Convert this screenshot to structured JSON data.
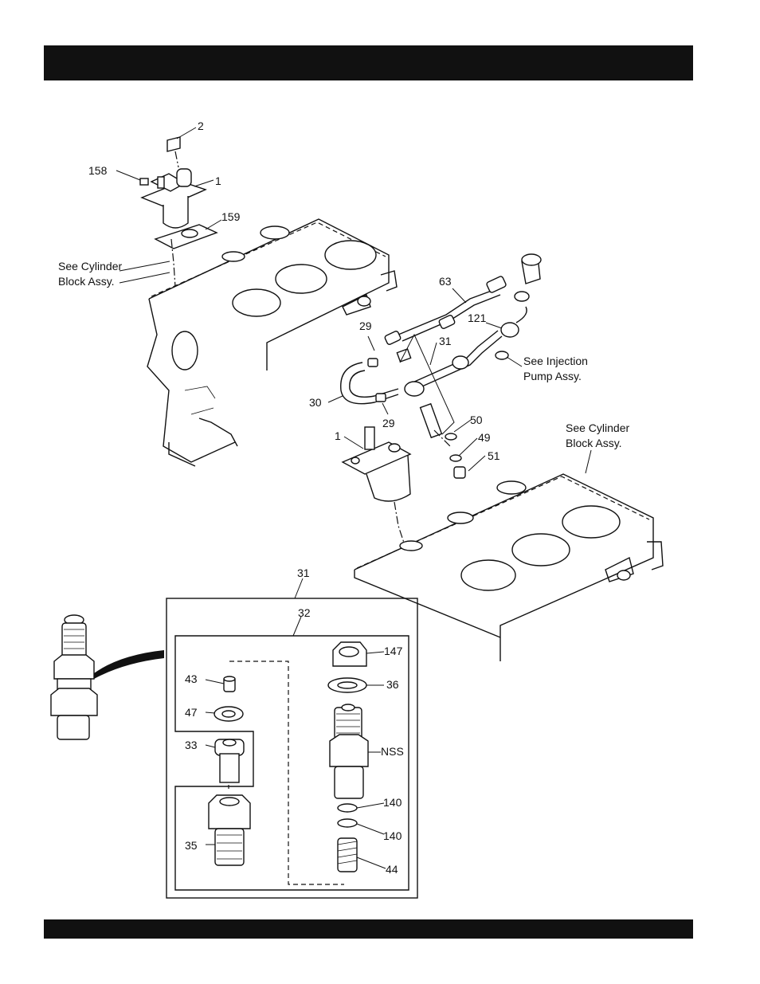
{
  "header_bar": {
    "text": ""
  },
  "footer_bar": {
    "text": ""
  },
  "callouts": {
    "c2": "2",
    "c158": "158",
    "c1_top": "1",
    "c159": "159",
    "c63": "63",
    "c29_top": "29",
    "c121": "121",
    "c31_mid": "31",
    "c30": "30",
    "c29_low": "29",
    "c50": "50",
    "c1_mid": "1",
    "c49": "49",
    "c51": "51",
    "c31_box": "31",
    "c32": "32",
    "c147": "147",
    "c43": "43",
    "c36": "36",
    "c47": "47",
    "c33": "33",
    "cNSS": "NSS",
    "c35": "35",
    "c140_a": "140",
    "c140_b": "140",
    "c44": "44"
  },
  "notes": {
    "cylinder_block_left": [
      "See Cylinder",
      "Block Assy."
    ],
    "injection_pump": [
      "See Injection",
      "Pump Assy."
    ],
    "cylinder_block_right": [
      "See Cylinder",
      "Block Assy."
    ]
  }
}
